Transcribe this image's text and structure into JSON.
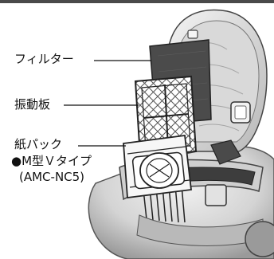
{
  "labels": {
    "filter": "フィルター",
    "vibration_plate": "振動板",
    "paper_pack": "紙パック",
    "pack_type": "●M型Ｖタイプ",
    "pack_model": "(AMC-NC5)"
  },
  "colors": {
    "body_light": "#e6e6e6",
    "body_mid": "#c9c9c9",
    "body_dark": "#8c8c8c",
    "filter": "#4b4b4b",
    "line": "#222222",
    "frame": "#ffffff"
  }
}
